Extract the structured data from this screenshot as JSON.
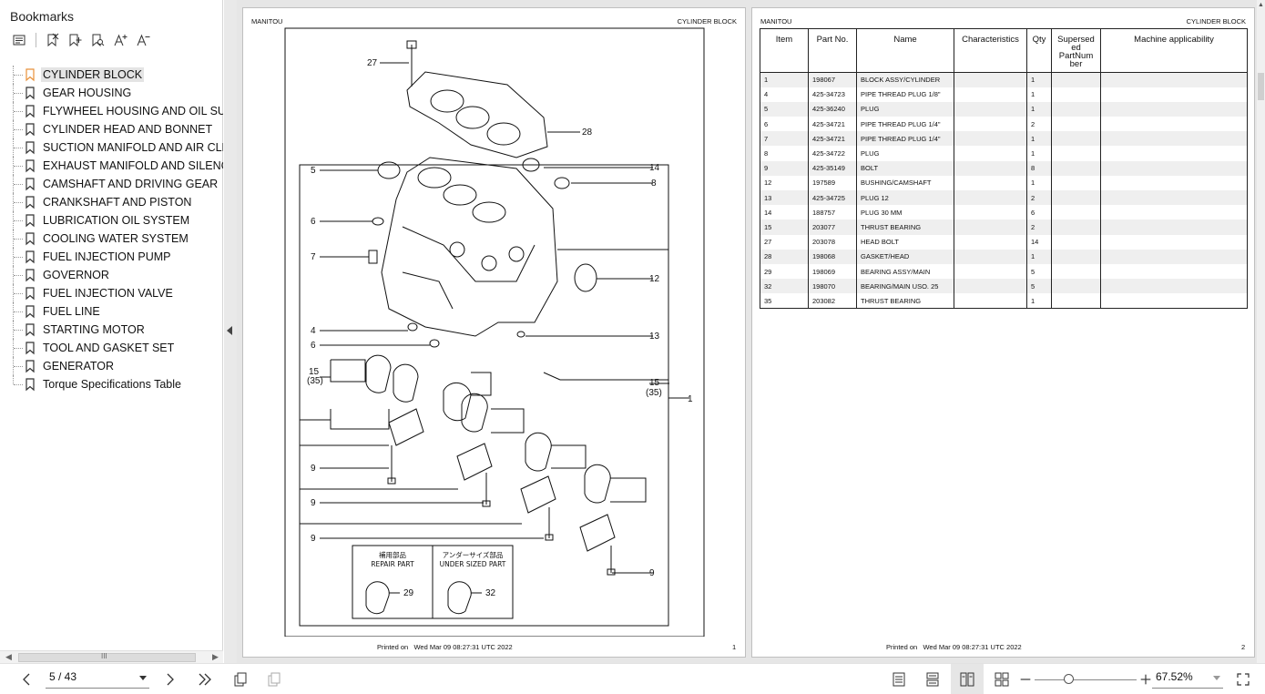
{
  "sidebar": {
    "title": "Bookmarks",
    "bookmarks": [
      {
        "label": "CYLINDER BLOCK",
        "selected": true
      },
      {
        "label": "GEAR HOUSING"
      },
      {
        "label": "FLYWHEEL HOUSING AND OIL SUMP"
      },
      {
        "label": "CYLINDER HEAD AND BONNET"
      },
      {
        "label": "SUCTION MANIFOLD AND AIR CLEANER"
      },
      {
        "label": "EXHAUST MANIFOLD AND SILENCER"
      },
      {
        "label": "CAMSHAFT AND DRIVING GEAR"
      },
      {
        "label": "CRANKSHAFT AND PISTON"
      },
      {
        "label": "LUBRICATION OIL SYSTEM"
      },
      {
        "label": "COOLING WATER SYSTEM"
      },
      {
        "label": "FUEL INJECTION PUMP"
      },
      {
        "label": "GOVERNOR"
      },
      {
        "label": "FUEL INJECTION VALVE"
      },
      {
        "label": "FUEL LINE"
      },
      {
        "label": "STARTING MOTOR"
      },
      {
        "label": "TOOL AND GASKET SET"
      },
      {
        "label": "GENERATOR"
      },
      {
        "label": "Torque Specifications Table"
      }
    ],
    "bookmark_color_selected": "#e8913a",
    "scroll_grip": "III"
  },
  "page1": {
    "brand": "MANITOU",
    "section": "CYLINDER BLOCK",
    "printed_label": "Printed on",
    "printed_date": "Wed Mar 09 08:27:31 UTC 2022",
    "page_number": "1",
    "callouts": [
      "27",
      "28",
      "5",
      "14",
      "8",
      "6",
      "7",
      "12",
      "4",
      "6",
      "13",
      "15",
      "(35)",
      "15",
      "(35)",
      "1",
      "9",
      "9",
      "9",
      "9"
    ],
    "inset": {
      "repair_jp": "補用部品",
      "repair_en": "REPAIR PART",
      "repair_num": "29",
      "under_jp": "アンダーサイズ部品",
      "under_en": "UNDER SIZED PART",
      "under_num": "32"
    }
  },
  "page2": {
    "brand": "MANITOU",
    "section": "CYLINDER BLOCK",
    "printed_label": "Printed on",
    "printed_date": "Wed Mar 09 08:27:31 UTC 2022",
    "page_number": "2",
    "columns": {
      "item": "Item",
      "part_no": "Part No.",
      "name": "Name",
      "characteristics": "Characteristics",
      "qty": "Qty",
      "superseded_1": "Supersed",
      "superseded_2": "ed",
      "superseded_3": "PartNum",
      "superseded_4": "ber",
      "machine": "Machine applicability"
    },
    "rows": [
      {
        "item": "1",
        "part": "198067",
        "name": "BLOCK ASSY/CYLINDER",
        "qty": "1"
      },
      {
        "item": "4",
        "part": "425-34723",
        "name": "PIPE THREAD PLUG 1/8\"",
        "qty": "1"
      },
      {
        "item": "5",
        "part": "425-36240",
        "name": "PLUG",
        "qty": "1"
      },
      {
        "item": "6",
        "part": "425-34721",
        "name": "PIPE THREAD PLUG 1/4\"",
        "qty": "2"
      },
      {
        "item": "7",
        "part": "425-34721",
        "name": "PIPE THREAD PLUG 1/4\"",
        "qty": "1"
      },
      {
        "item": "8",
        "part": "425-34722",
        "name": "PLUG",
        "qty": "1"
      },
      {
        "item": "9",
        "part": "425-35149",
        "name": "BOLT",
        "qty": "8"
      },
      {
        "item": "12",
        "part": "197589",
        "name": "BUSHING/CAMSHAFT",
        "qty": "1"
      },
      {
        "item": "13",
        "part": "425-34725",
        "name": "PLUG 12",
        "qty": "2"
      },
      {
        "item": "14",
        "part": "188757",
        "name": "PLUG 30 MM",
        "qty": "6"
      },
      {
        "item": "15",
        "part": "203077",
        "name": "THRUST BEARING",
        "qty": "2"
      },
      {
        "item": "27",
        "part": "203078",
        "name": "HEAD BOLT",
        "qty": "14"
      },
      {
        "item": "28",
        "part": "198068",
        "name": "GASKET/HEAD",
        "qty": "1"
      },
      {
        "item": "29",
        "part": "198069",
        "name": "BEARING ASSY/MAIN",
        "qty": "5"
      },
      {
        "item": "32",
        "part": "198070",
        "name": "BEARING/MAIN USO. 25",
        "qty": "5"
      },
      {
        "item": "35",
        "part": "203082",
        "name": "THRUST BEARING",
        "qty": "1"
      }
    ]
  },
  "toolbar": {
    "page_indicator": "5 / 43",
    "zoom": "67.52%",
    "zoom_level_percent": 67.52
  }
}
